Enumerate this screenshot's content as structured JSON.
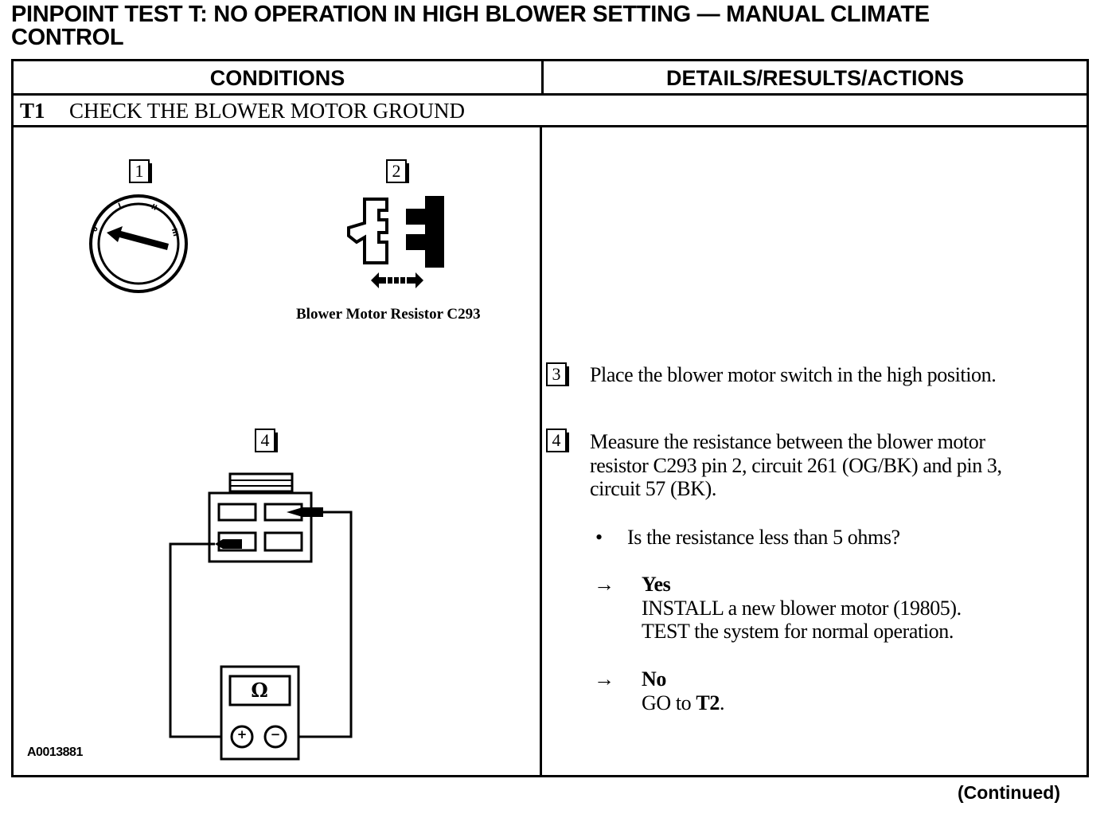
{
  "title": {
    "line1": "PINPOINT TEST T:  NO OPERATION IN HIGH BLOWER SETTING — MANUAL CLIMATE",
    "line2": "CONTROL"
  },
  "table": {
    "col_conditions": "CONDITIONS",
    "col_details": "DETAILS/RESULTS/ACTIONS",
    "step_id": "T1",
    "step_title": "CHECK THE BLOWER MOTOR GROUND"
  },
  "figure": {
    "callouts": [
      "1",
      "2",
      "4"
    ],
    "switch_marks": [
      "0",
      "I",
      "II",
      "III"
    ],
    "connector_caption": "Blower Motor Resistor C293",
    "meter_symbol": "Ω",
    "meter_plus": "+",
    "meter_minus": "−",
    "figure_id": "A0013881"
  },
  "details": {
    "step3_callout": "3",
    "step3_text": "Place the blower motor switch in the high position.",
    "step4_callout": "4",
    "step4_lines": [
      "Measure the resistance between the blower motor",
      "resistor C293 pin 2, circuit 261 (OG/BK) and pin 3,",
      "circuit 57 (BK)."
    ],
    "bullet": "•",
    "question": "Is the resistance less than 5 ohms?",
    "arrow": "→",
    "yes_label": "Yes",
    "yes_lines": [
      "INSTALL a new blower motor (19805).",
      "TEST the system for normal operation."
    ],
    "no_label": "No",
    "no_prefix": "GO to ",
    "no_target": "T2",
    "no_suffix": "."
  },
  "footer": {
    "continued": "(Continued)"
  }
}
